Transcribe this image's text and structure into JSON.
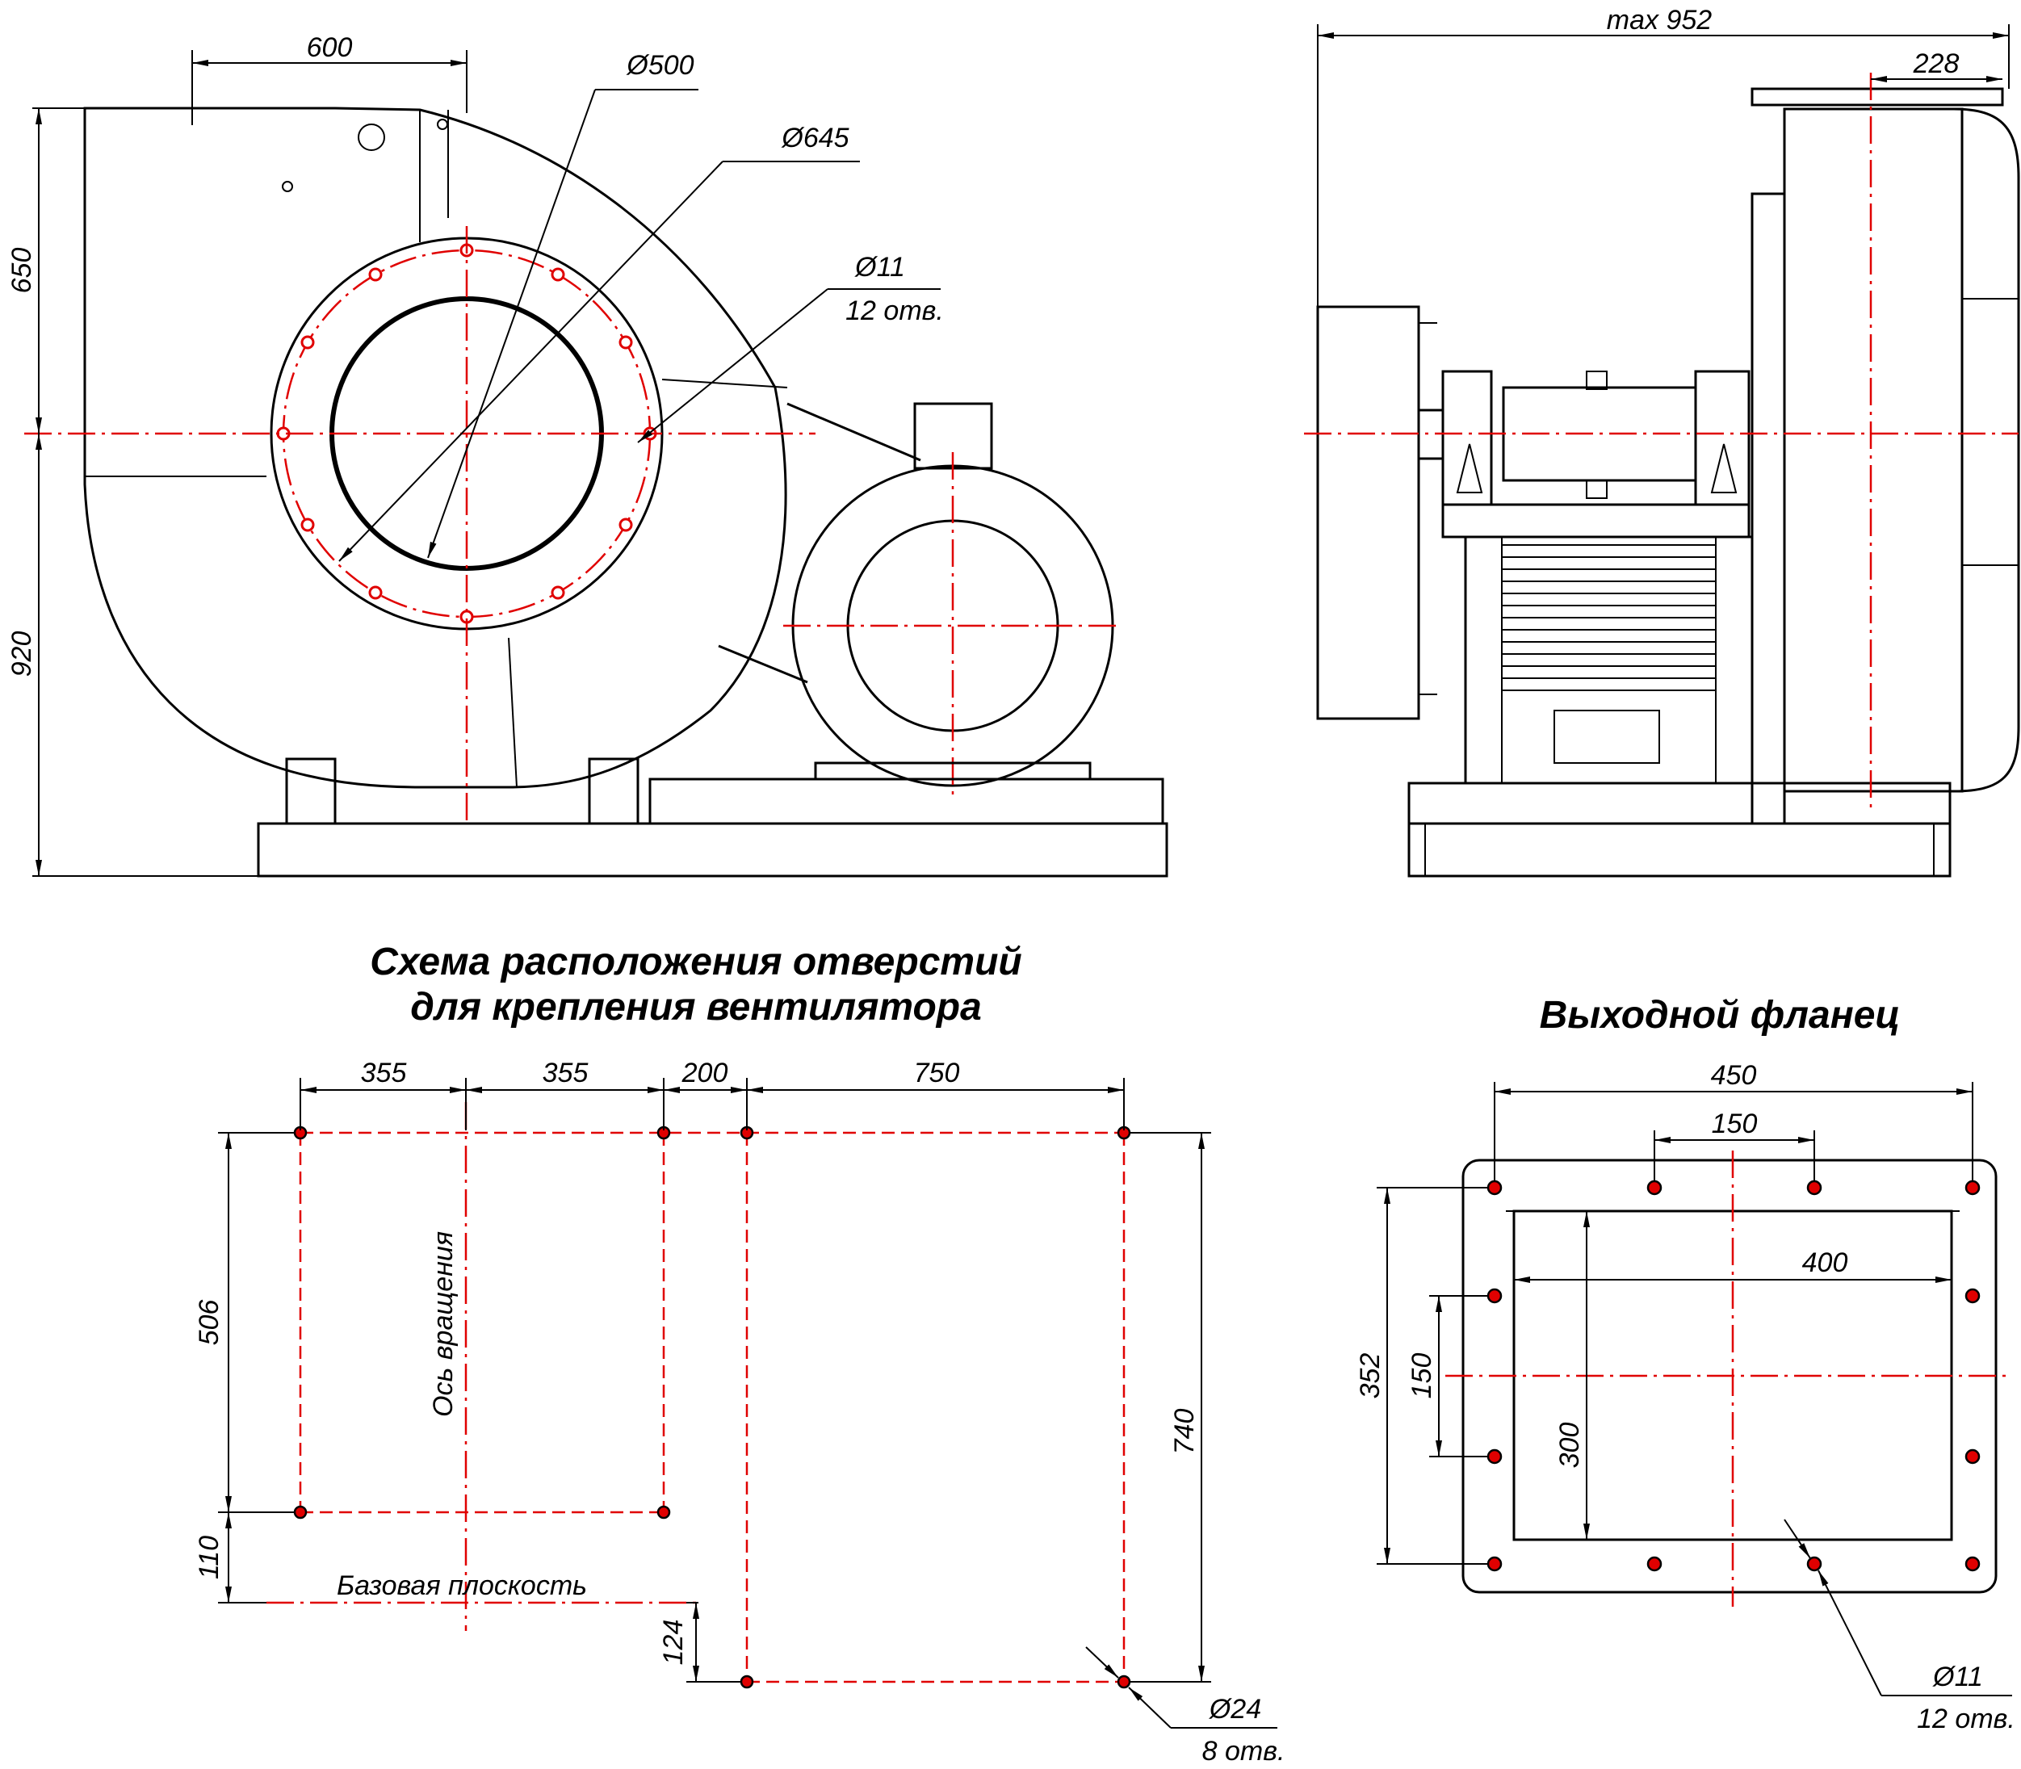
{
  "front_view": {
    "dim_600": "600",
    "dim_d500": "Ø500",
    "dim_d645": "Ø645",
    "dim_d11": "Ø11",
    "dim_d11_holes": "12 отв.",
    "dim_650": "650",
    "dim_920": "920"
  },
  "side_view": {
    "dim_max952": "max 952",
    "dim_228": "228"
  },
  "mount_scheme": {
    "title_line1": "Схема расположения отверстий",
    "title_line2": "для крепления вентилятора",
    "dim_355_a": "355",
    "dim_355_b": "355",
    "dim_200": "200",
    "dim_750": "750",
    "dim_506": "506",
    "dim_110": "110",
    "dim_124": "124",
    "dim_740": "740",
    "axis_label": "Ось вращения",
    "base_label": "Базовая плоскость",
    "hole_dia": "Ø24",
    "hole_count": "8 отв."
  },
  "flange": {
    "title": "Выходной фланец",
    "dim_450": "450",
    "dim_150_h": "150",
    "dim_400": "400",
    "dim_352": "352",
    "dim_150_v": "150",
    "dim_300": "300",
    "hole_dia": "Ø11",
    "hole_count": "12 отв."
  }
}
